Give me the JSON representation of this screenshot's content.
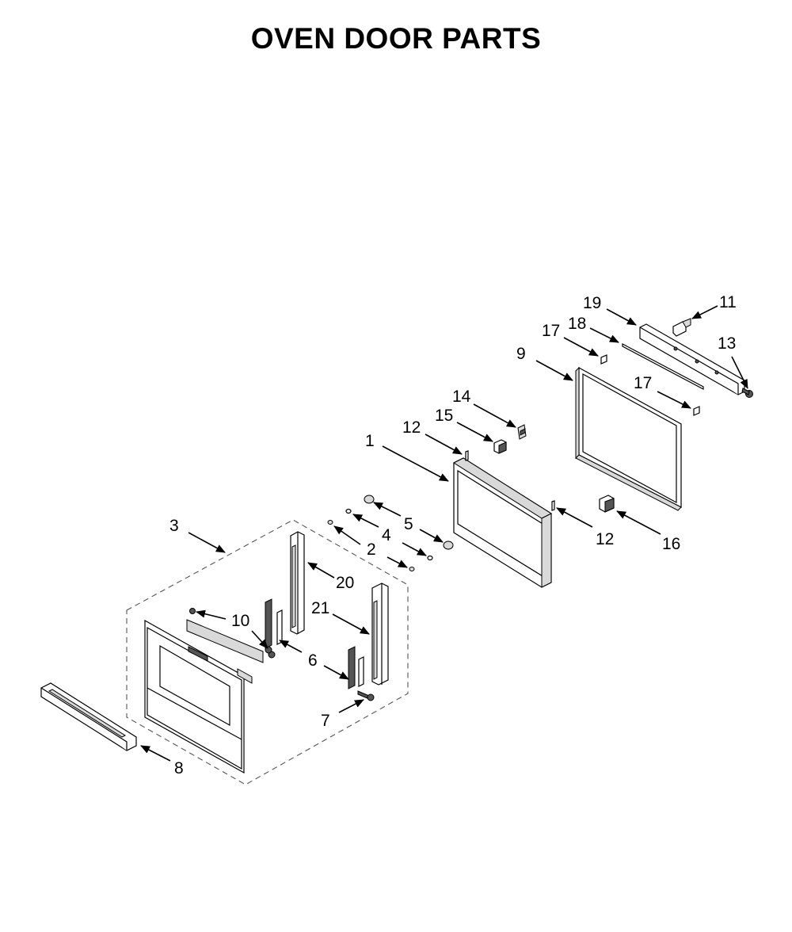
{
  "title": "OVEN DOOR PARTS",
  "callouts": {
    "c1": "1",
    "c2": "2",
    "c3": "3",
    "c4": "4",
    "c5": "5",
    "c6": "6",
    "c7": "7",
    "c8": "8",
    "c9": "9",
    "c10": "10",
    "c11": "11",
    "c12a": "12",
    "c12b": "12",
    "c13": "13",
    "c14": "14",
    "c15": "15",
    "c16": "16",
    "c17a": "17",
    "c17b": "17",
    "c18": "18",
    "c19": "19",
    "c20": "20",
    "c21": "21"
  }
}
